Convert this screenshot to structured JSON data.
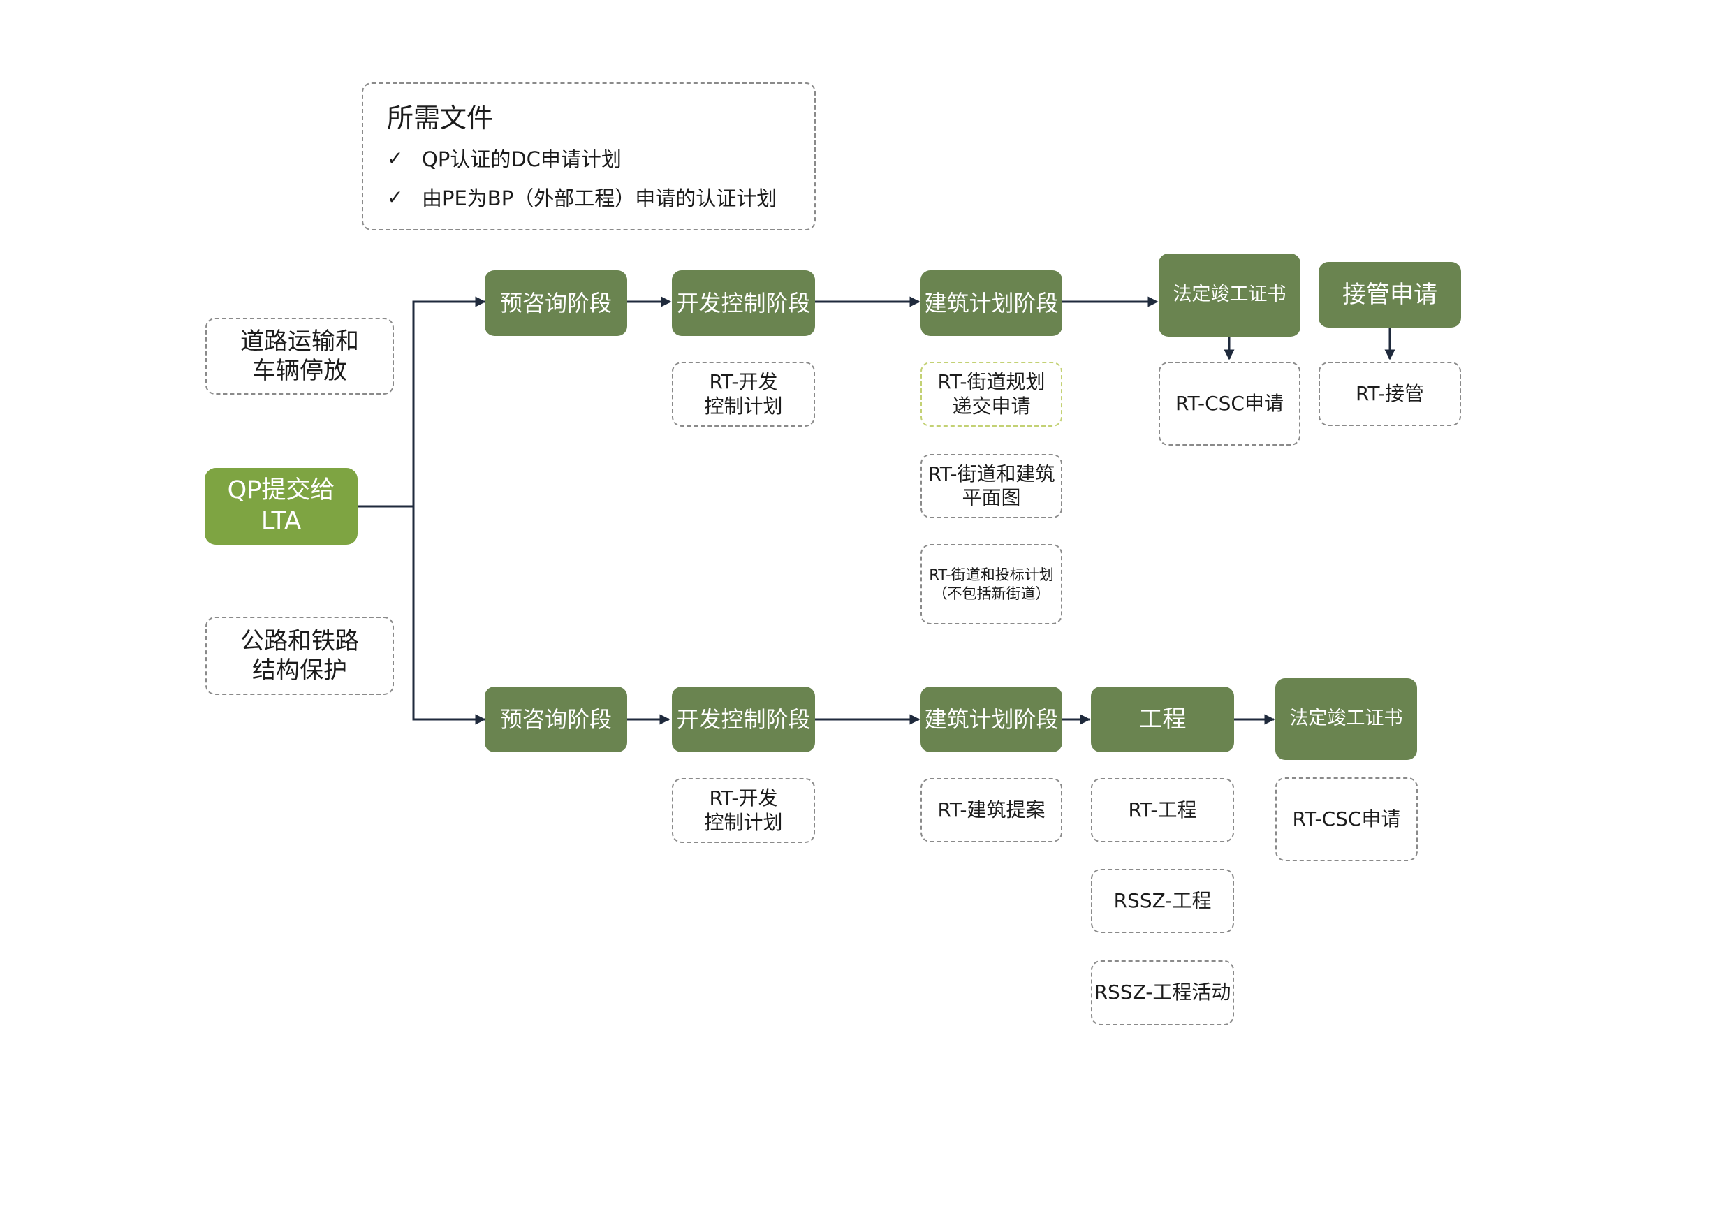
{
  "required_docs": {
    "title": "所需文件",
    "items": [
      "QP认证的DC申请计划",
      "由PE为BP（外部工程）申请的认证计划"
    ],
    "check_glyph": "✓"
  },
  "origin": "QP提交给\nLTA",
  "categories": {
    "road": "道路运输和\n车辆停放",
    "rail": "公路和铁路\n结构保护"
  },
  "top_row": {
    "stages": [
      "预咨询阶段",
      "开发控制阶段",
      "建筑计划阶段",
      "法定竣工证书",
      "接管申请"
    ],
    "docs": {
      "dev": "RT-开发\n控制计划",
      "building": [
        "RT-街道规划\n递交申请",
        "RT-街道和建筑\n平面图",
        "RT-街道和投标计划\n（不包括新街道）"
      ],
      "csc": "RT-CSC申请",
      "takeover": "RT-接管"
    }
  },
  "bottom_row": {
    "stages": [
      "预咨询阶段",
      "开发控制阶段",
      "建筑计划阶段",
      "工程",
      "法定竣工证书"
    ],
    "docs": {
      "dev": "RT-开发\n控制计划",
      "building": "RT-建筑提案",
      "works": [
        "RT-工程",
        "RSSZ-工程",
        "RSSZ-工程活动"
      ],
      "csc": "RT-CSC申请"
    }
  },
  "colors": {
    "stage": "#6a8450",
    "origin": "#7ea442",
    "line": "#1f2a3c",
    "dash": "#8a8a8a",
    "dash_alt": "#c3d174"
  }
}
